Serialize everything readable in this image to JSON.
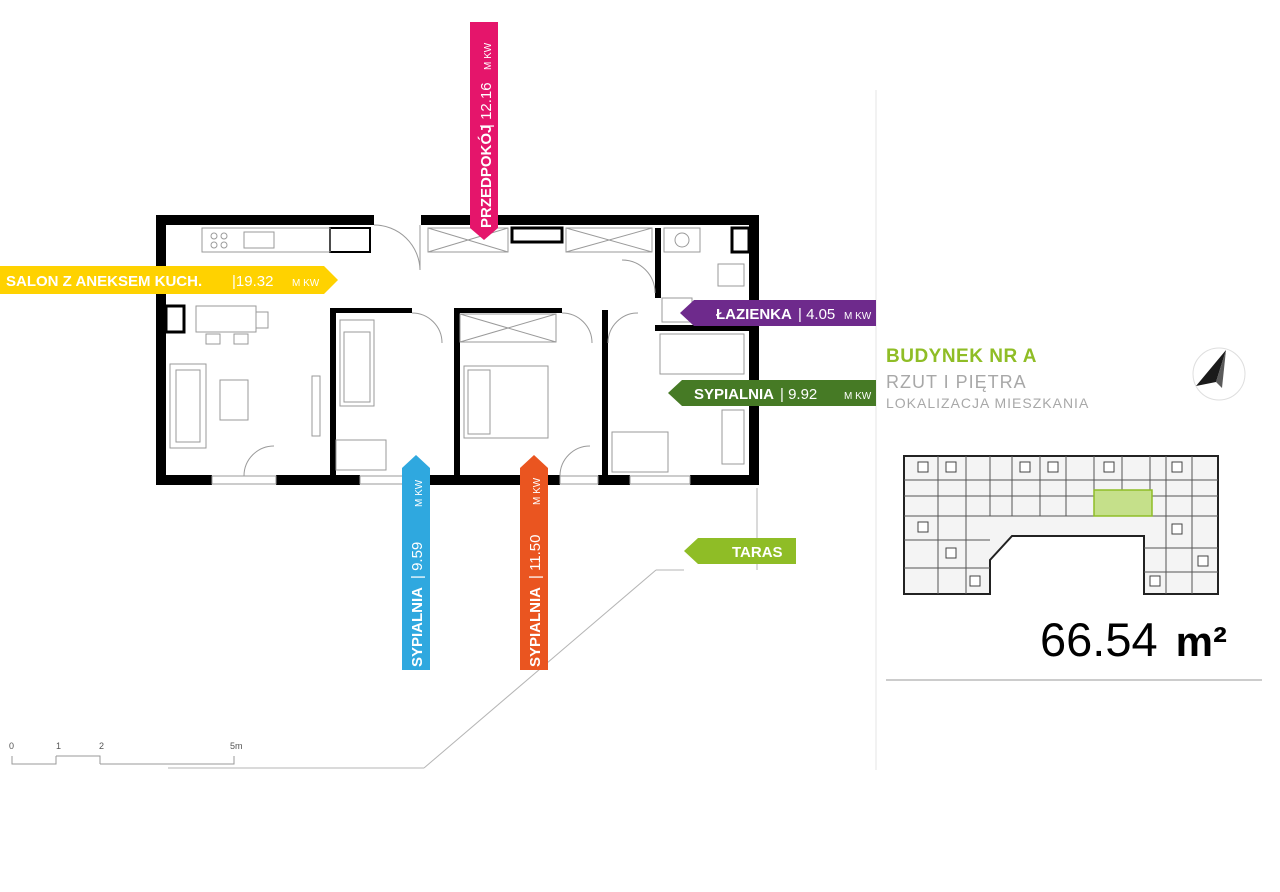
{
  "rooms": {
    "salon": {
      "name": "SALON Z ANEKSEM KUCH.",
      "value": "|19.32",
      "unit": "M KW",
      "color": "#ffd200"
    },
    "przedpokoj": {
      "name": "PRZEDPOKÓJ",
      "value": "| 12.16",
      "unit": "M KW",
      "color": "#e5156b"
    },
    "lazienka": {
      "name": "ŁAZIENKA",
      "value": "| 4.05",
      "unit": "M KW",
      "color": "#6e2a8c"
    },
    "sypialnia1": {
      "name": "SYPIALNIA",
      "value": "| 9.92",
      "unit": "M KW",
      "color": "#467a25"
    },
    "sypialnia2": {
      "name": "SYPIALNIA",
      "value": "| 9.59",
      "unit": "M KW",
      "color": "#2fa8df"
    },
    "sypialnia3": {
      "name": "SYPIALNIA",
      "value": "| 11.50",
      "unit": "M KW",
      "color": "#ea5520"
    },
    "taras": {
      "name": "TARAS",
      "color": "#8fbd26"
    }
  },
  "info": {
    "building": "BUDYNEK NR A",
    "floor": "RZUT I PIĘTRA",
    "location": "LOKALIZACJA MIESZKANIA"
  },
  "area": {
    "value": "66.54",
    "unit": "m²"
  },
  "scale": {
    "labels": [
      "0",
      "1",
      "2",
      "5m"
    ]
  },
  "icons": {
    "north_arrow": "compass-arrow-icon"
  }
}
